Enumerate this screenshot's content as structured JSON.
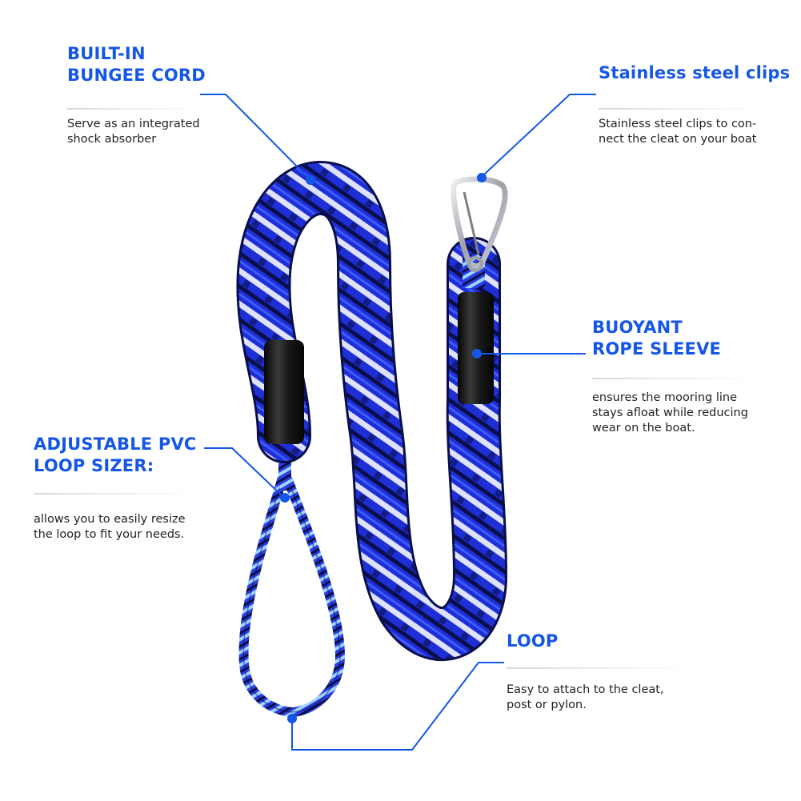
{
  "colors": {
    "accent": "#1456e8",
    "text": "#222222",
    "rope_blue": "#1f2fd6",
    "rope_dark": "#0a0f4a",
    "rope_white": "#e8ecff",
    "sleeve": "#151515",
    "clip": "#b9bcc2"
  },
  "callouts": {
    "bungee": {
      "title": "BUILT-IN\nBUNGEE CORD",
      "description": "Serve as an integrated\nshock absorber"
    },
    "clips": {
      "title": "Stainless steel clips",
      "description": "Stainless steel clips to con-\nnect the cleat on your boat"
    },
    "sleeve": {
      "title": "BUOYANT\nROPE SLEEVE",
      "description": "ensures the mooring line\nstays afloat while reducing\nwear on the boat."
    },
    "sizer": {
      "title": "ADJUSTABLE PVC\nLOOP SIZER:",
      "description": "allows you to easily resize\nthe loop to fit your needs."
    },
    "loop": {
      "title": "LOOP",
      "description": "Easy to attach to the cleat,\npost or pylon."
    }
  }
}
